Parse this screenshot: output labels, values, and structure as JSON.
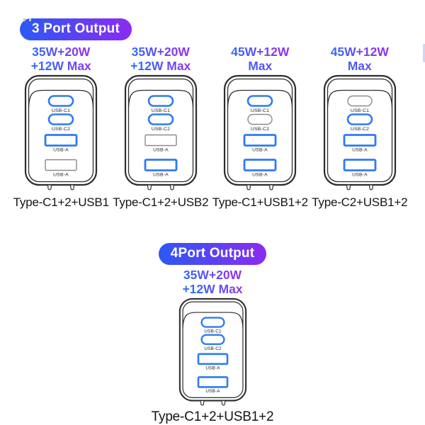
{
  "colors": {
    "badge_gradient_start": "#2B59F5",
    "badge_gradient_end": "#8B2BF2",
    "power_gradient_start": "#2E6CF5",
    "power_gradient_end": "#8B36F0",
    "port_highlight": "#2E7BF5",
    "port_inactive": "#8A8A8A",
    "outline": "#2D2D2D",
    "port_label_color": "#1C1C1C"
  },
  "sections": [
    {
      "id": "three-port",
      "badge": "3 Port Output",
      "chargers": [
        {
          "power_line1": "35W+20W",
          "power_line2": "+12W Max",
          "caption": "Type-C1+2+USB1",
          "ports": [
            {
              "type": "usb-c",
              "label": "USB-C1",
              "highlighted": true
            },
            {
              "type": "usb-c",
              "label": "USB-C2",
              "highlighted": true
            },
            {
              "type": "usb-a",
              "label": "USB-A",
              "highlighted": true
            },
            {
              "type": "usb-a",
              "label": "USB-A",
              "highlighted": false
            }
          ]
        },
        {
          "power_line1": "35W+20W",
          "power_line2": "+12W Max",
          "caption": "Type-C1+2+USB2",
          "ports": [
            {
              "type": "usb-c",
              "label": "USB-C1",
              "highlighted": true
            },
            {
              "type": "usb-c",
              "label": "USB-C2",
              "highlighted": true
            },
            {
              "type": "usb-a",
              "label": "USB-A",
              "highlighted": false
            },
            {
              "type": "usb-a",
              "label": "USB-A",
              "highlighted": true
            }
          ]
        },
        {
          "power_line1": "45W+12W",
          "power_line2": "Max",
          "caption": "Type-C1+USB1+2",
          "ports": [
            {
              "type": "usb-c",
              "label": "USB-C1",
              "highlighted": true
            },
            {
              "type": "usb-c",
              "label": "USB-C2",
              "highlighted": false
            },
            {
              "type": "usb-a",
              "label": "USB-A",
              "highlighted": true
            },
            {
              "type": "usb-a",
              "label": "USB-A",
              "highlighted": true
            }
          ]
        },
        {
          "power_line1": "45W+12W",
          "power_line2": "Max",
          "caption": "Type-C2+USB1+2",
          "ports": [
            {
              "type": "usb-c",
              "label": "USB-C1",
              "highlighted": false
            },
            {
              "type": "usb-c",
              "label": "USB-C2",
              "highlighted": true
            },
            {
              "type": "usb-a",
              "label": "USB-A",
              "highlighted": true
            },
            {
              "type": "usb-a",
              "label": "USB-A",
              "highlighted": true
            }
          ]
        }
      ]
    },
    {
      "id": "four-port",
      "badge": "4Port Output",
      "chargers": [
        {
          "power_line1": "35W+20W",
          "power_line2": "+12W Max",
          "caption": "Type-C1+2+USB1+2",
          "ports": [
            {
              "type": "usb-c",
              "label": "USB-C1",
              "highlighted": true
            },
            {
              "type": "usb-c",
              "label": "USB-C2",
              "highlighted": true
            },
            {
              "type": "usb-a",
              "label": "USB-A",
              "highlighted": true
            },
            {
              "type": "usb-a",
              "label": "USB-A",
              "highlighted": true
            }
          ]
        }
      ]
    }
  ]
}
